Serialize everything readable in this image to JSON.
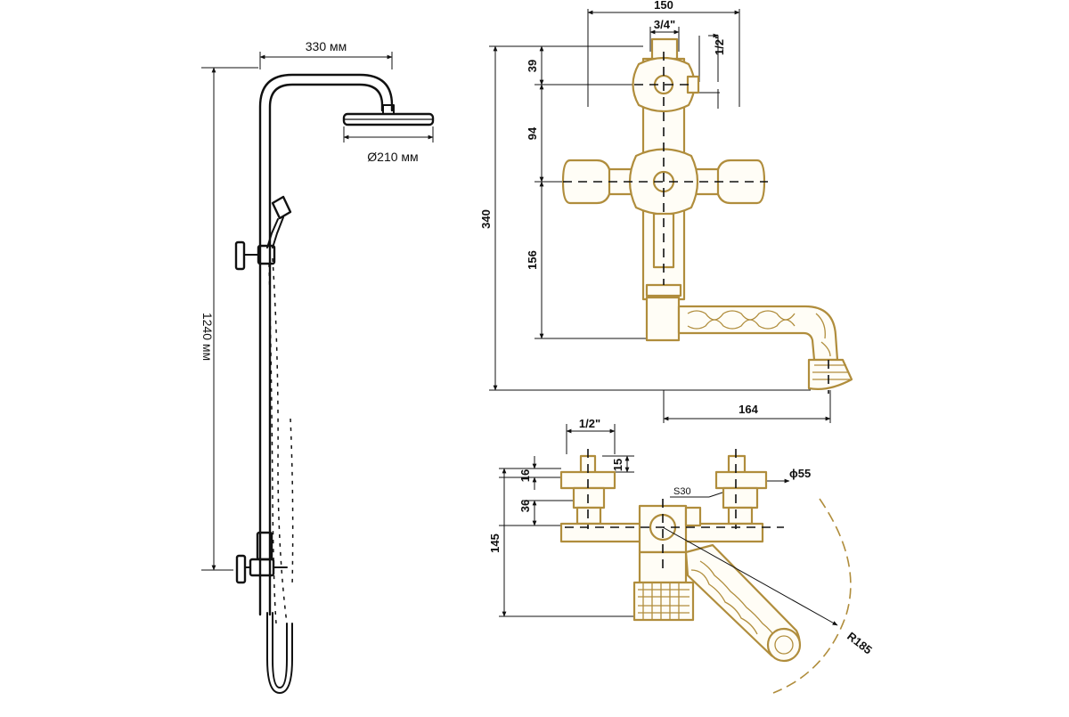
{
  "colors": {
    "ink": "#111111",
    "gold": "#b08d3c",
    "background": "#ffffff"
  },
  "shower_system": {
    "width_label": "330 мм",
    "head_diameter_label": "Ø210 мм",
    "height_label": "1240 мм"
  },
  "front_view": {
    "width_label": "150",
    "inlet_label": "3/4\"",
    "outlet_label": "1/2\"",
    "dim_39": "39",
    "dim_94": "94",
    "dim_156": "156",
    "height_label": "340",
    "spout_reach_label": "164"
  },
  "top_view": {
    "pipe_label": "1/2\"",
    "dim_15": "15",
    "dim_16": "16",
    "dim_36": "36",
    "dim_145": "145",
    "s30_label": "S30",
    "diameter_label": "ϕ55",
    "radius_label": "R185"
  }
}
